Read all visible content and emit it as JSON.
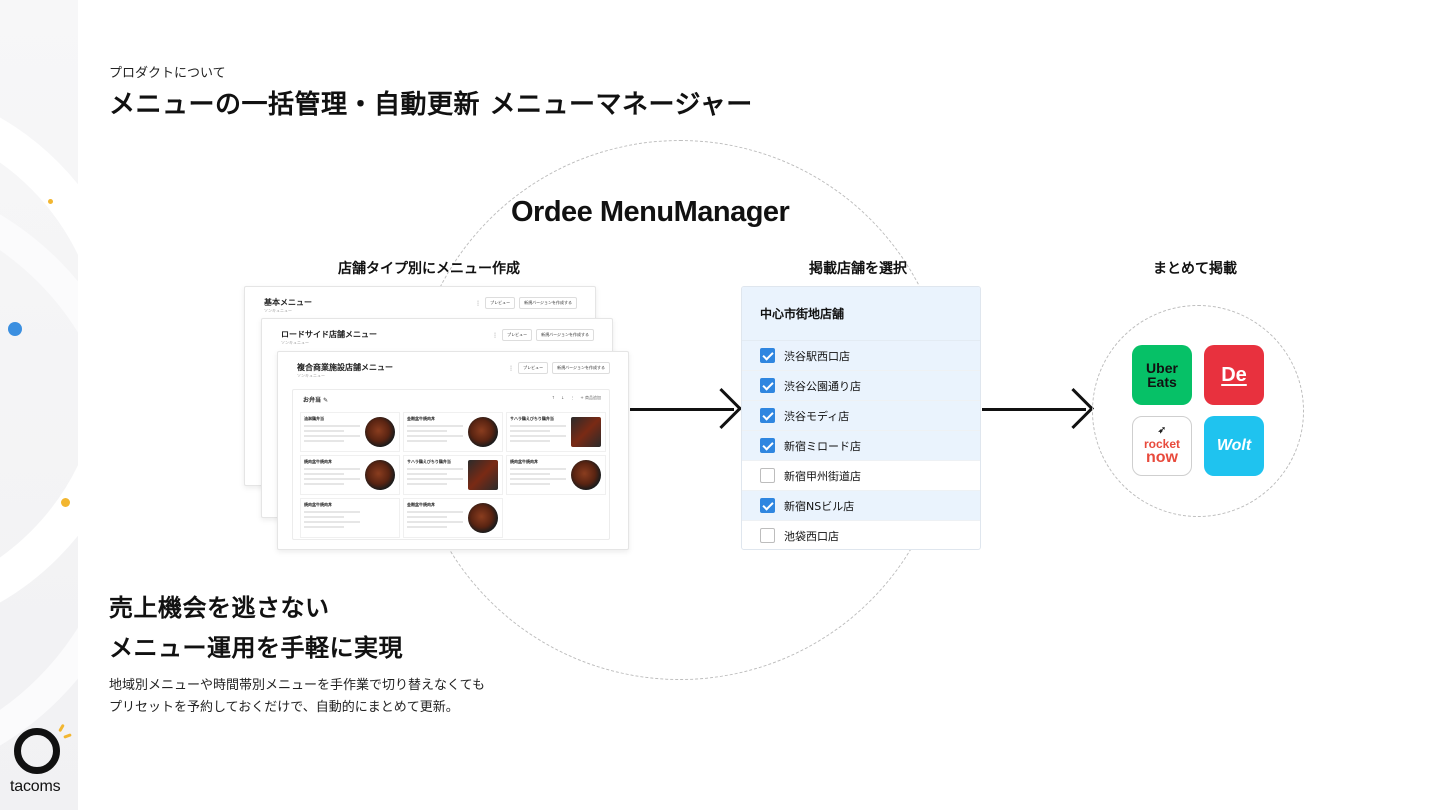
{
  "header": {
    "eyebrow": "プロダクトについて",
    "headline": "メニューの一括管理・自動更新 メニューマネージャー"
  },
  "brand": "Ordee MenuManager",
  "columns": {
    "create": "店舗タイプ別にメニュー作成",
    "select": "掲載店舗を選択",
    "publish": "まとめて掲載"
  },
  "menu_cards": [
    {
      "title": "基本メニュー",
      "sub": "ソンキュニュー",
      "preview": "プレビュー",
      "save": "新規バージョンを作成する"
    },
    {
      "title": "ロードサイド店舗メニュー",
      "sub": "ソンキュニュー",
      "preview": "プレビュー",
      "save": "新規バージョンを作成する"
    },
    {
      "title": "複合商業施設店舗メニュー",
      "sub": "ソンキュニュー",
      "preview": "プレビュー",
      "save": "新規バージョンを作成する"
    }
  ],
  "bento": {
    "category": "お弁当",
    "add": "+ 商品追加",
    "items": [
      {
        "name": "油淋鶏弁当",
        "img": "round"
      },
      {
        "name": "金剛盆牛焼肉丼",
        "img": "round"
      },
      {
        "name": "サハラ鶏えびちり鶏弁当",
        "img": "square"
      },
      {
        "name": "焼肉盆牛焼肉丼",
        "img": "round"
      },
      {
        "name": "サハラ鶏えびちり鶏弁当",
        "img": "square"
      },
      {
        "name": "焼肉盆牛焼肉丼",
        "img": "round"
      },
      {
        "name": "焼肉盆牛焼肉丼",
        "img": "none"
      },
      {
        "name": "金剛盆牛焼肉丼",
        "img": "round"
      }
    ]
  },
  "stores": {
    "group": "中心市街地店舗",
    "items": [
      {
        "name": "渋谷駅西口店",
        "checked": true
      },
      {
        "name": "渋谷公園通り店",
        "checked": true
      },
      {
        "name": "渋谷モディ店",
        "checked": true
      },
      {
        "name": "新宿ミロード店",
        "checked": true
      },
      {
        "name": "新宿甲州街道店",
        "checked": false
      },
      {
        "name": "新宿NSビル店",
        "checked": true
      },
      {
        "name": "池袋西口店",
        "checked": false
      }
    ]
  },
  "platforms": {
    "uber_line1": "Uber",
    "uber_line2": "Eats",
    "deliveroo": "De",
    "rocket_line1": "rocket",
    "rocket_line2": "now",
    "wolt": "Wolt"
  },
  "tagline": {
    "line1": "売上機会を逃さない",
    "line2": "メニュー運用を手軽に実現"
  },
  "description": {
    "line1": "地域別メニューや時間帯別メニューを手作業で切り替えなくても",
    "line2": "プリセットを予約しておくだけで、自動的にまとめて更新。"
  },
  "logo_text": "tacoms",
  "colors": {
    "accent_blue": "#2f86e0",
    "accent_yellow": "#f2b630",
    "uber": "#06c167",
    "deliveroo": "#e8313e",
    "wolt": "#1fc3ef"
  }
}
